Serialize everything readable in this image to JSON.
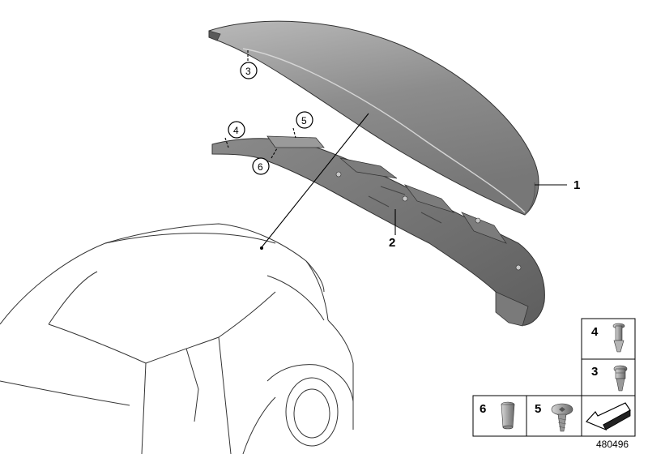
{
  "diagram": {
    "callouts": {
      "spoiler": "1",
      "carrier": "2",
      "spoiler_detail": "3",
      "clip_left": "4",
      "screw_left": "5",
      "nut_left": "6"
    },
    "legend": {
      "item_4": "4",
      "item_3": "3",
      "item_6": "6",
      "item_5": "5"
    },
    "catalog_number": "480496"
  },
  "colors": {
    "spoiler_fill": "#8a8a8a",
    "spoiler_light": "#b5b5b5",
    "carrier_fill": "#6e6e6e",
    "line": "#000000"
  }
}
